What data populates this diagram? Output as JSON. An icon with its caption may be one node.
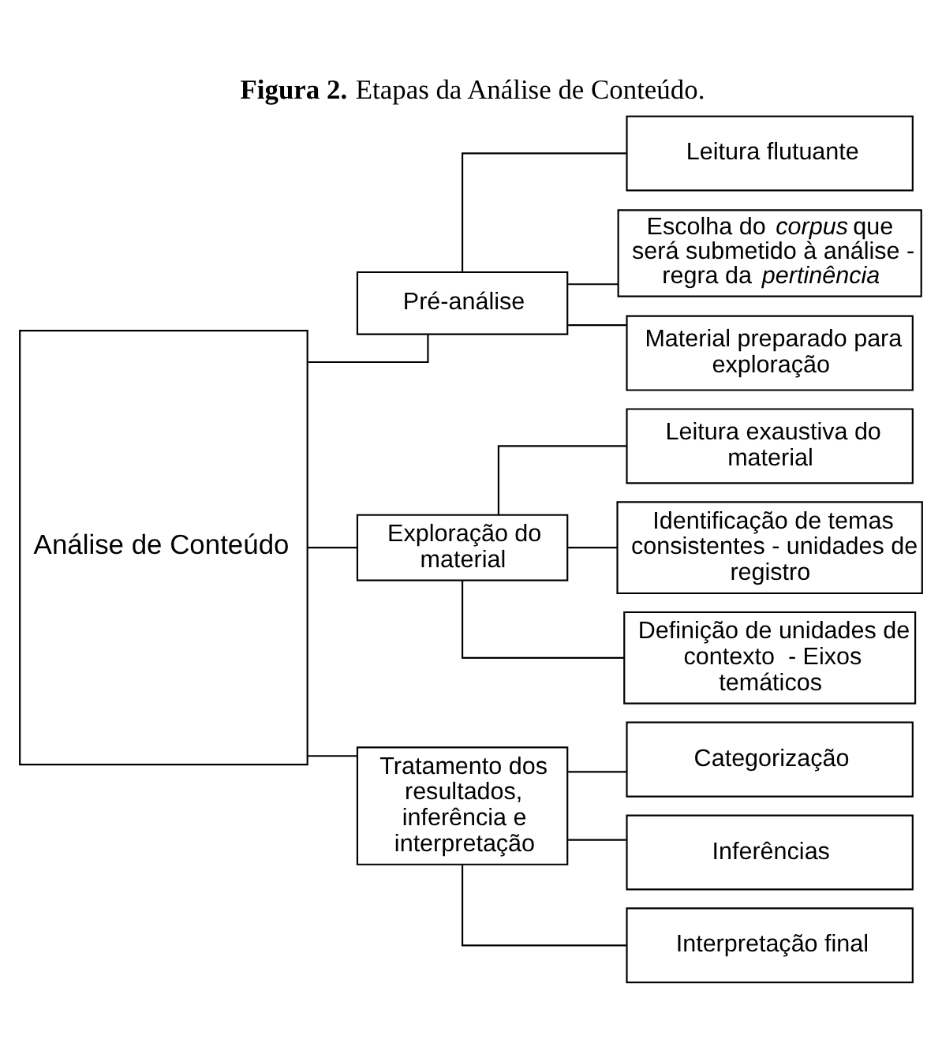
{
  "diagram": {
    "title": "**Figura 2.** Etapas da Análise de Conteúdo.",
    "nodes": [
      {
        "text": [
          "Análise de Conteúdo"
        ]
      },
      {
        "text": [
          "Pré-análise"
        ]
      },
      {
        "text": [
          "Leitura flutuante"
        ]
      },
      {
        "text": [
          "Escolha do *corpus* que será submetido à análise - regra da *pertinência*"
        ]
      },
      {
        "text": [
          "Material preparado para exploração"
        ]
      },
      {
        "text": [
          "Exploração do material"
        ]
      },
      {
        "text": [
          "Leitura exaustiva do material"
        ]
      },
      {
        "text": [
          "Identificação de temas consistentes - unidades de registro"
        ]
      },
      {
        "text": [
          "Definição de unidades de contexto  - Eixos temáticos"
        ]
      },
      {
        "text": [
          "Tratamento dos resultados, inferência e interpretação"
        ]
      },
      {
        "text": [
          "Categorização"
        ]
      },
      {
        "text": [
          "Inferências"
        ]
      },
      {
        "text": [
          "Interpretação final"
        ]
      }
    ],
    "edges": [
      {
        "from": 0,
        "to": 1,
        "arrow": "none"
      },
      {
        "from": 0,
        "to": 5,
        "arrow": "none"
      },
      {
        "from": 0,
        "to": 9,
        "arrow": "none"
      },
      {
        "from": 1,
        "to": 2,
        "arrow": "none"
      },
      {
        "from": 1,
        "to": 3,
        "arrow": "none"
      },
      {
        "from": 1,
        "to": 4,
        "arrow": "none"
      },
      {
        "from": 5,
        "to": 6,
        "arrow": "none"
      },
      {
        "from": 5,
        "to": 7,
        "arrow": "none"
      },
      {
        "from": 5,
        "to": 8,
        "arrow": "none"
      },
      {
        "from": 9,
        "to": 10,
        "arrow": "none"
      },
      {
        "from": 9,
        "to": 11,
        "arrow": "none"
      },
      {
        "from": 9,
        "to": 12,
        "arrow": "none"
      }
    ]
  }
}
